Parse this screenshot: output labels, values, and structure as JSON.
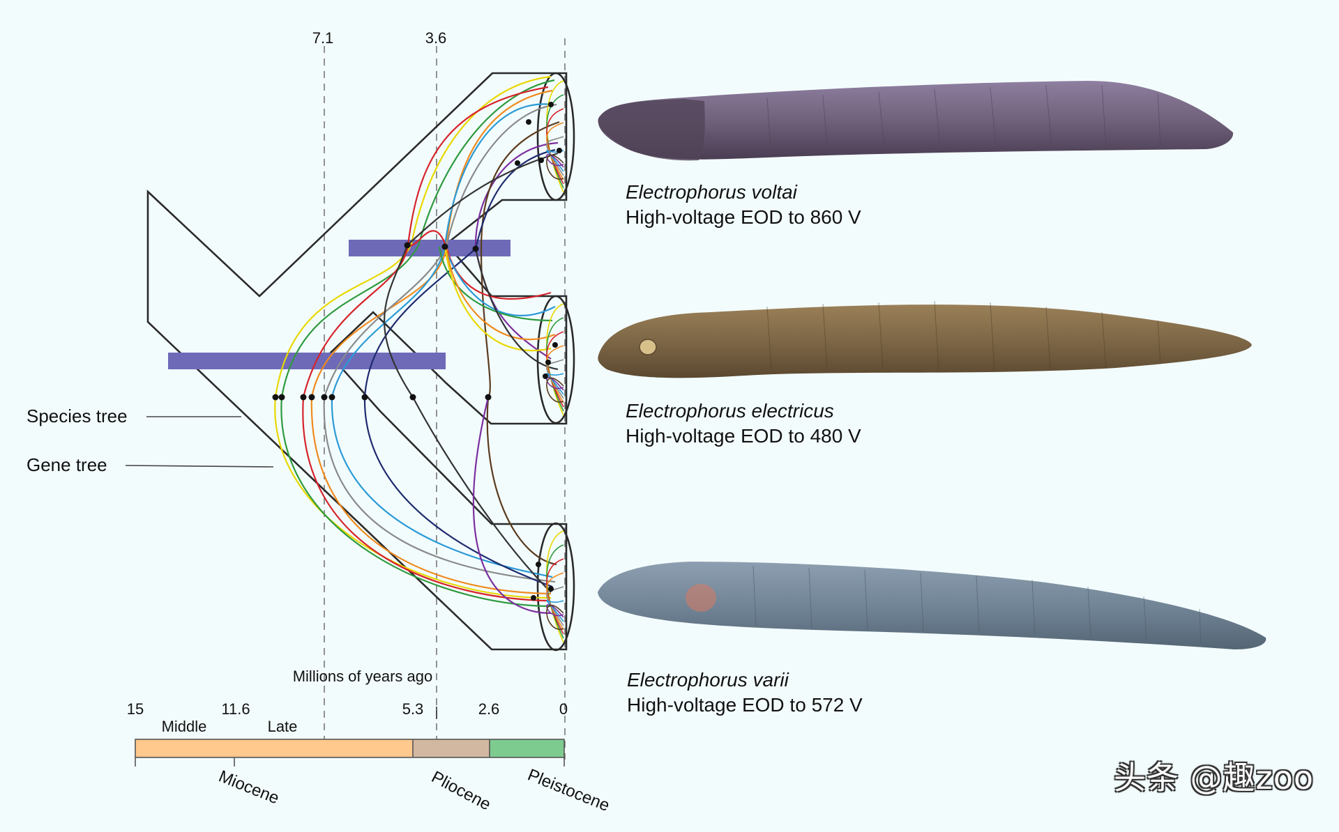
{
  "time_axis": {
    "top_ticks": [
      "7.1",
      "3.6"
    ],
    "caption": "Millions of years ago",
    "scale_values": [
      "15",
      "11.6",
      "5.3",
      "2.6",
      "0"
    ],
    "sub_epochs": [
      "Middle",
      "Late"
    ],
    "epochs": [
      {
        "name": "Miocene",
        "color": "#ffc88c"
      },
      {
        "name": "Pliocene",
        "color": "#d2b8a0"
      },
      {
        "name": "Pleistocene",
        "color": "#7ecb8f"
      }
    ]
  },
  "legend": {
    "species_tree": "Species tree",
    "gene_tree": "Gene tree"
  },
  "species": [
    {
      "name": "Electrophorus voltai",
      "eod": "High-voltage EOD to 860 V",
      "body_color": "#6d5e78"
    },
    {
      "name": "Electrophorus electricus",
      "eod": "High-voltage EOD to 480 V",
      "body_color": "#7a6444"
    },
    {
      "name": "Electrophorus varii",
      "eod": "High-voltage EOD to 572 V",
      "body_color": "#6f8294"
    }
  ],
  "gene_tree_colors": [
    "#e8d800",
    "#2e9a3e",
    "#d6232a",
    "#f08a1e",
    "#8a8a8a",
    "#2a9ad6",
    "#7b2f9e",
    "#5a3b1e",
    "#1e2b6e",
    "#333333"
  ],
  "bar_color": "#6e6ab8",
  "watermark": "头条 @趣zoo"
}
